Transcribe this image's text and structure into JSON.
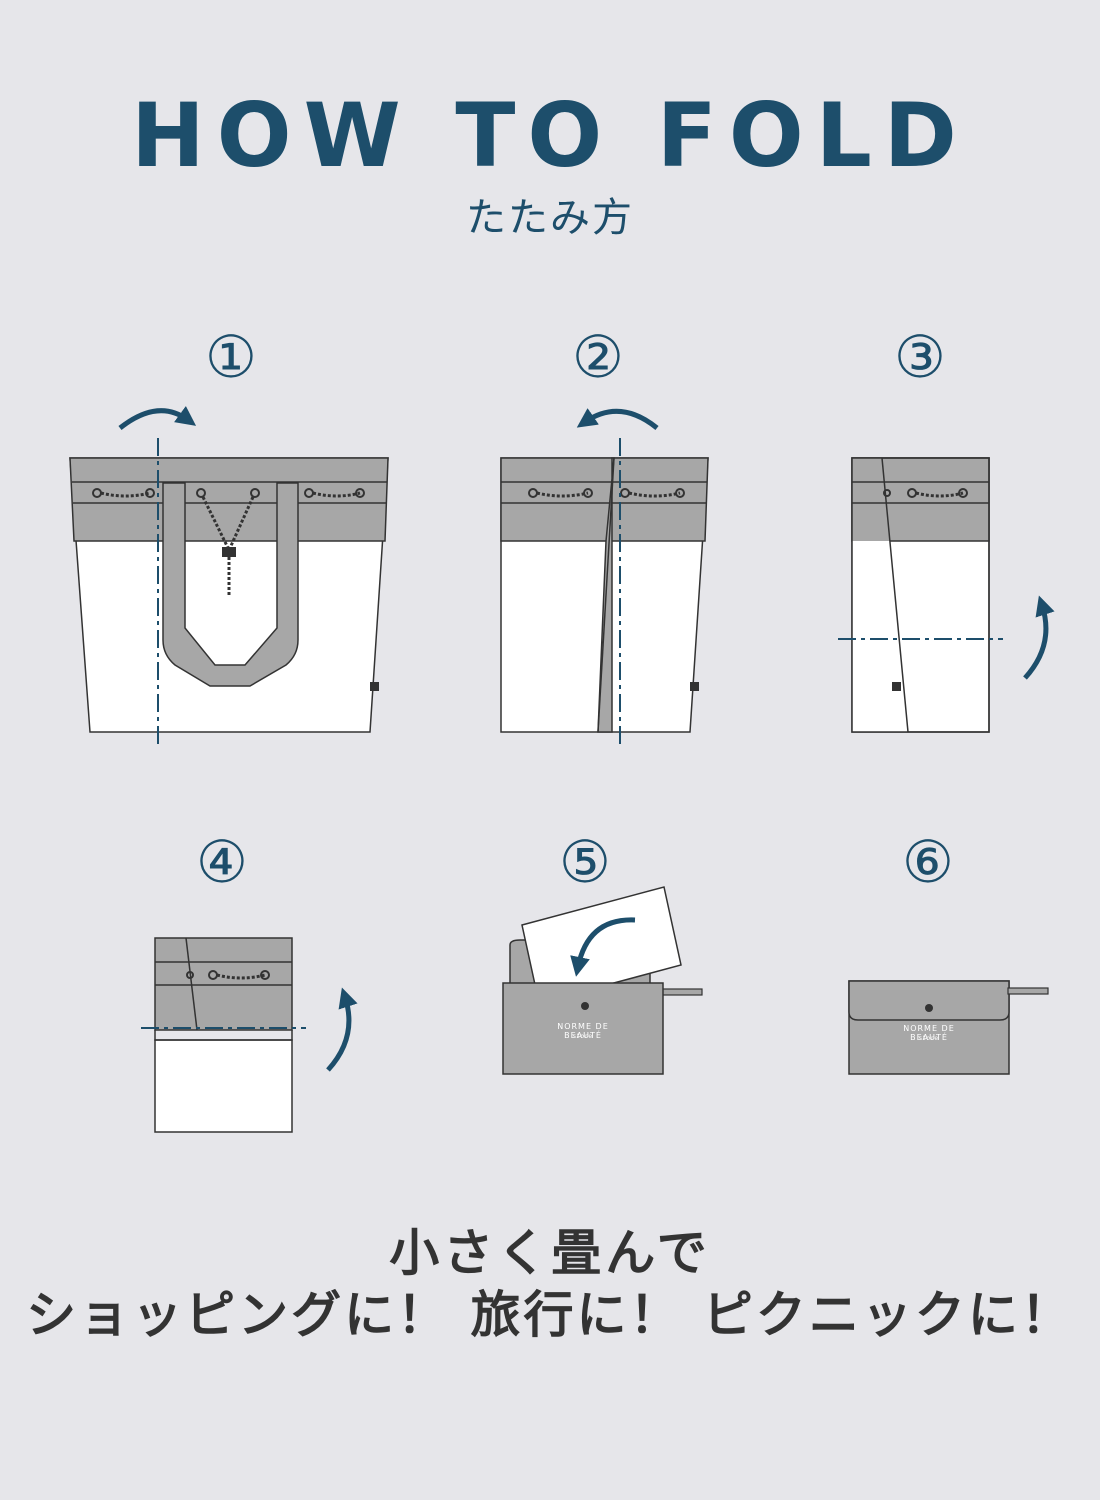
{
  "header": {
    "title": "HOW TO FOLD",
    "subtitle": "たたみ方"
  },
  "steps": [
    {
      "number": "①"
    },
    {
      "number": "②"
    },
    {
      "number": "③"
    },
    {
      "number": "④"
    },
    {
      "number": "⑤"
    },
    {
      "number": "⑥"
    }
  ],
  "pouch": {
    "brand": "NORME DE BEAUTÉ",
    "sub": "store"
  },
  "tagline": {
    "line1": "小さく畳んで",
    "line2": "ショッピングに！ 旅行に！ ピクニックに！"
  },
  "colors": {
    "background": "#e6e6ea",
    "accent": "#1d4e6b",
    "bag_gray": "#a7a7a7",
    "bag_white": "#ffffff",
    "outline": "#333333"
  },
  "icons": [
    "fold-arrow-icon",
    "fold-line-icon",
    "drawstring-icon",
    "snap-button-icon"
  ]
}
